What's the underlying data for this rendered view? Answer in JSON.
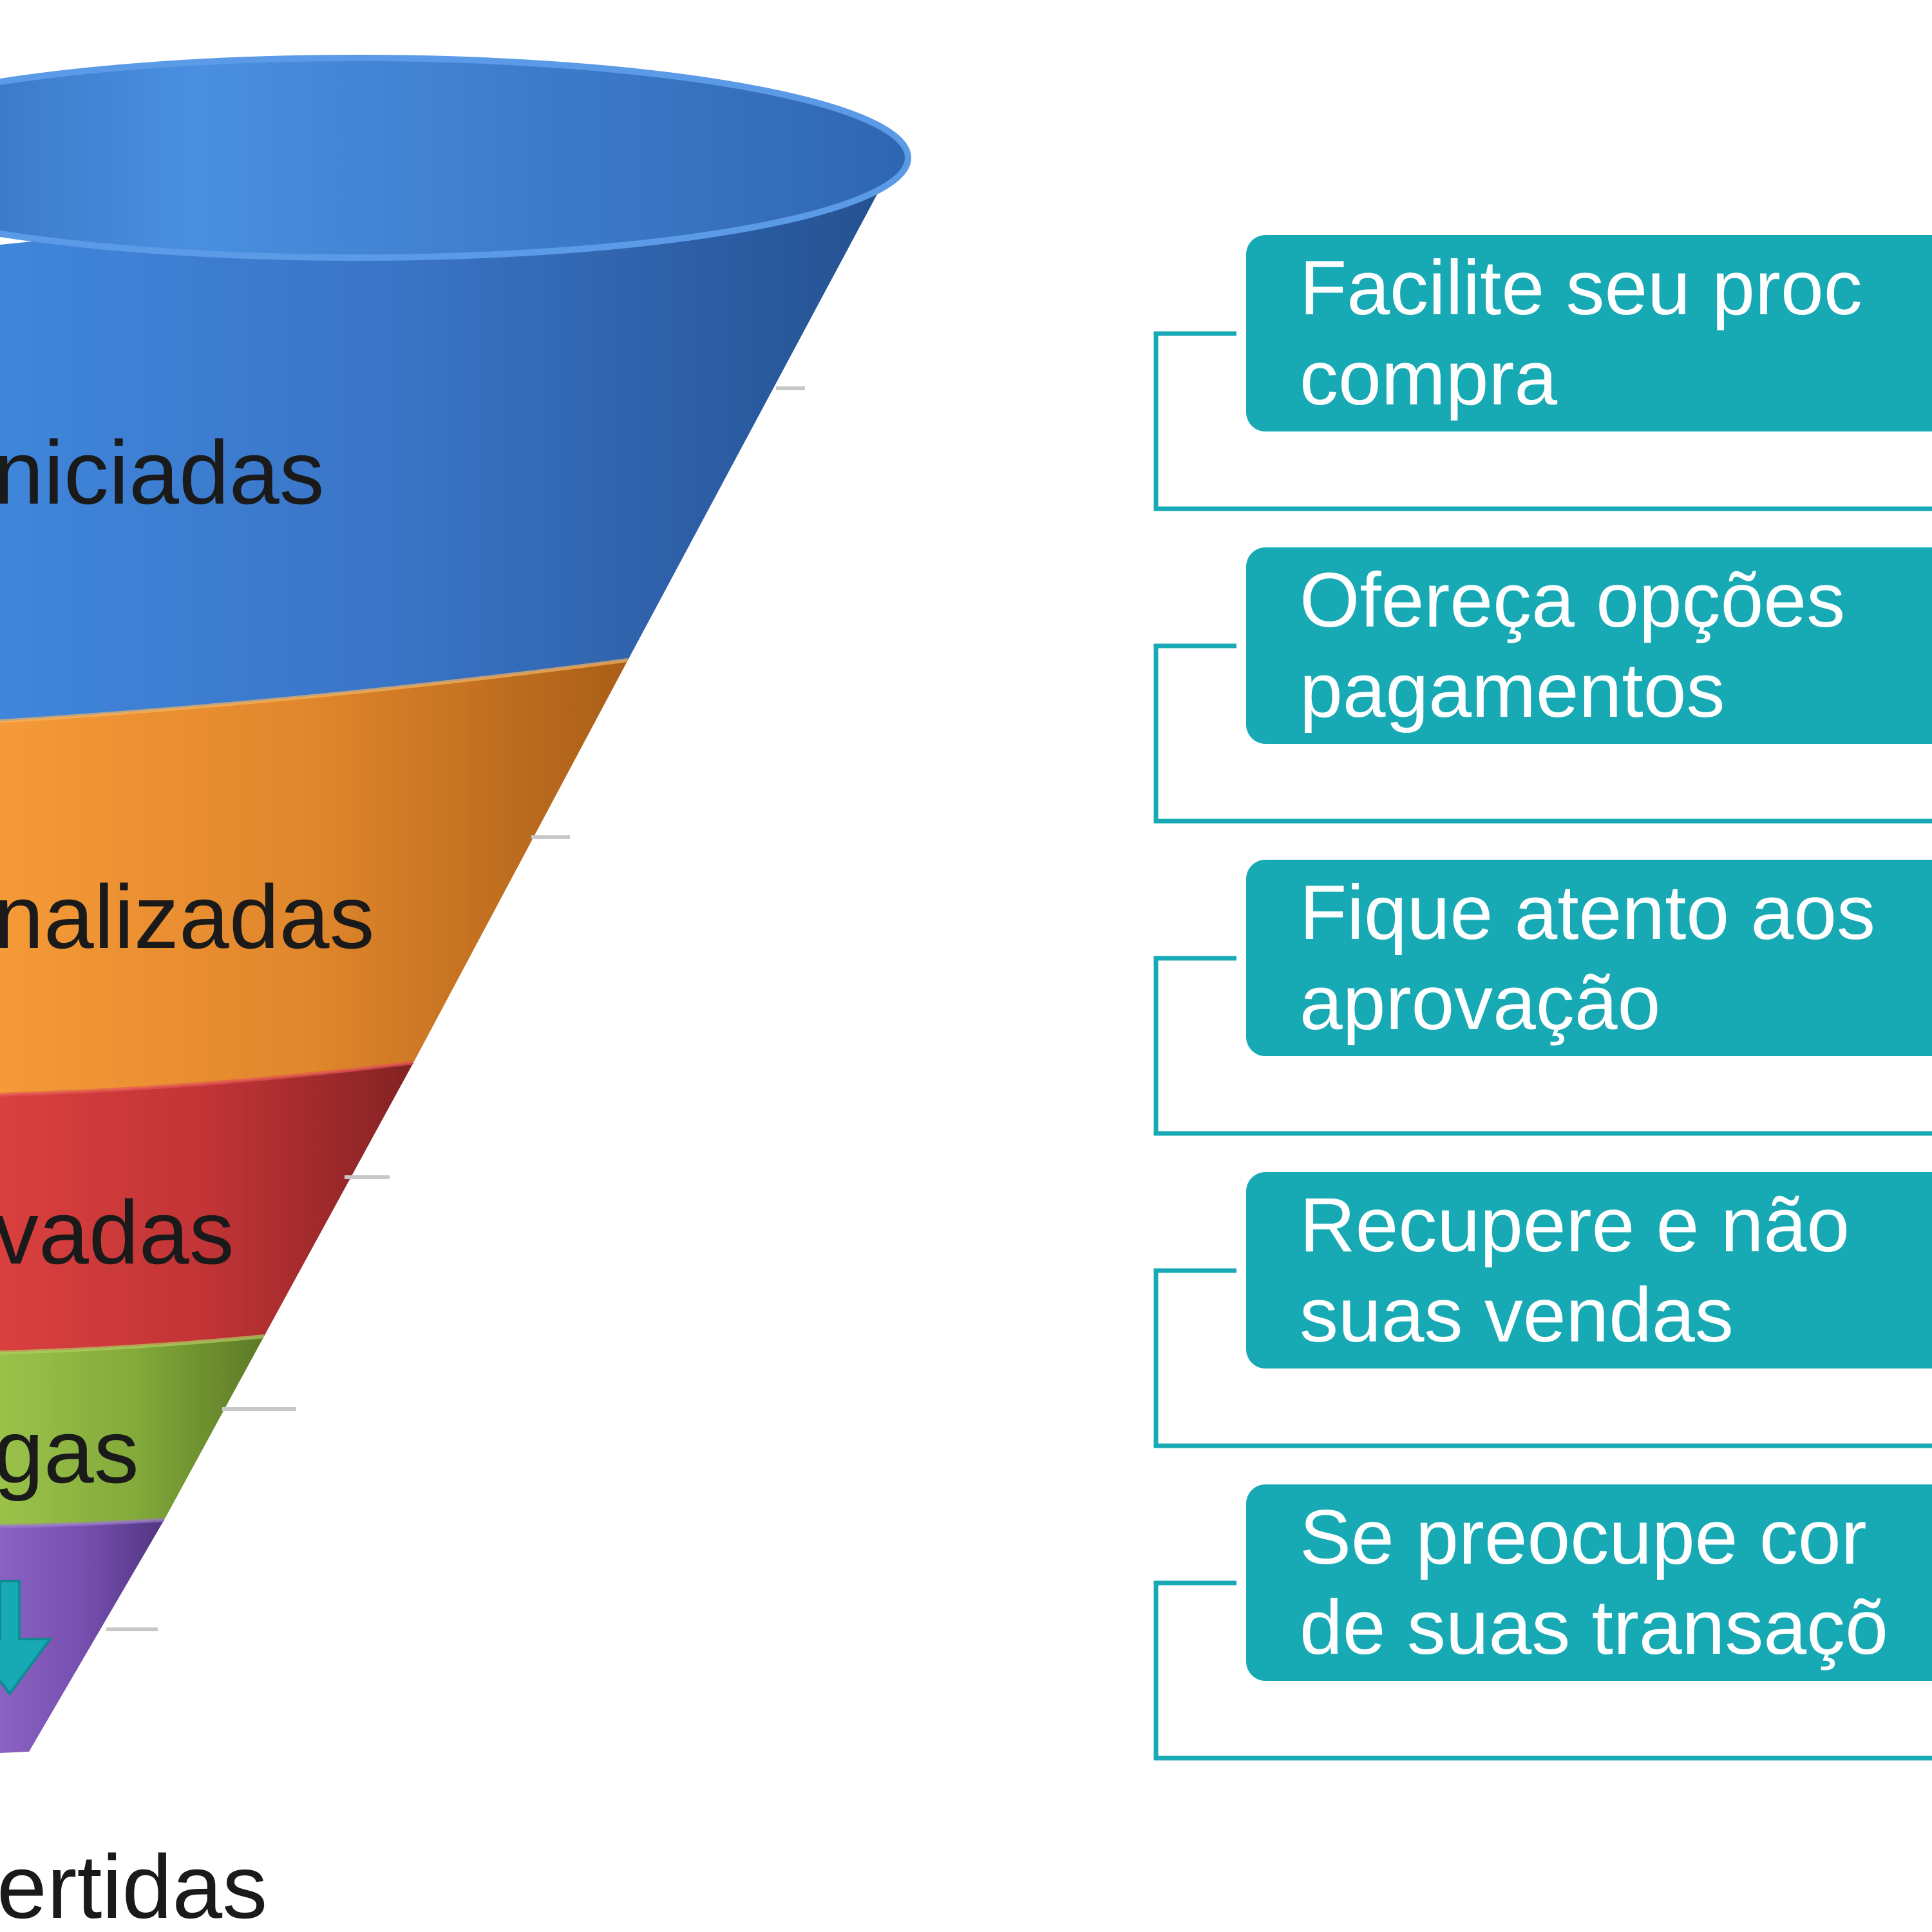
{
  "funnel": {
    "stages": [
      {
        "label": "niciadas",
        "color": "#3a73c4"
      },
      {
        "label": "nalizadas",
        "color": "#e8892c"
      },
      {
        "label": "vadas",
        "color": "#c9383a"
      },
      {
        "label": "gas",
        "color": "#86ad3c"
      },
      {
        "label": "",
        "color": "#7a52b0"
      }
    ],
    "arrow_icon": "down-arrow-icon",
    "output_label": "ertidas"
  },
  "tips": {
    "accent_color": "#17a9b4",
    "items": [
      {
        "line1": "Facilite seu proc",
        "line2": "compra"
      },
      {
        "line1": "Ofereça opções",
        "line2": "pagamentos"
      },
      {
        "line1": "Fique atento aos",
        "line2": "aprovação"
      },
      {
        "line1": "Recupere e não",
        "line2": "suas vendas"
      },
      {
        "line1": "Se preocupe cor",
        "line2": "de suas transaçõ"
      }
    ]
  }
}
